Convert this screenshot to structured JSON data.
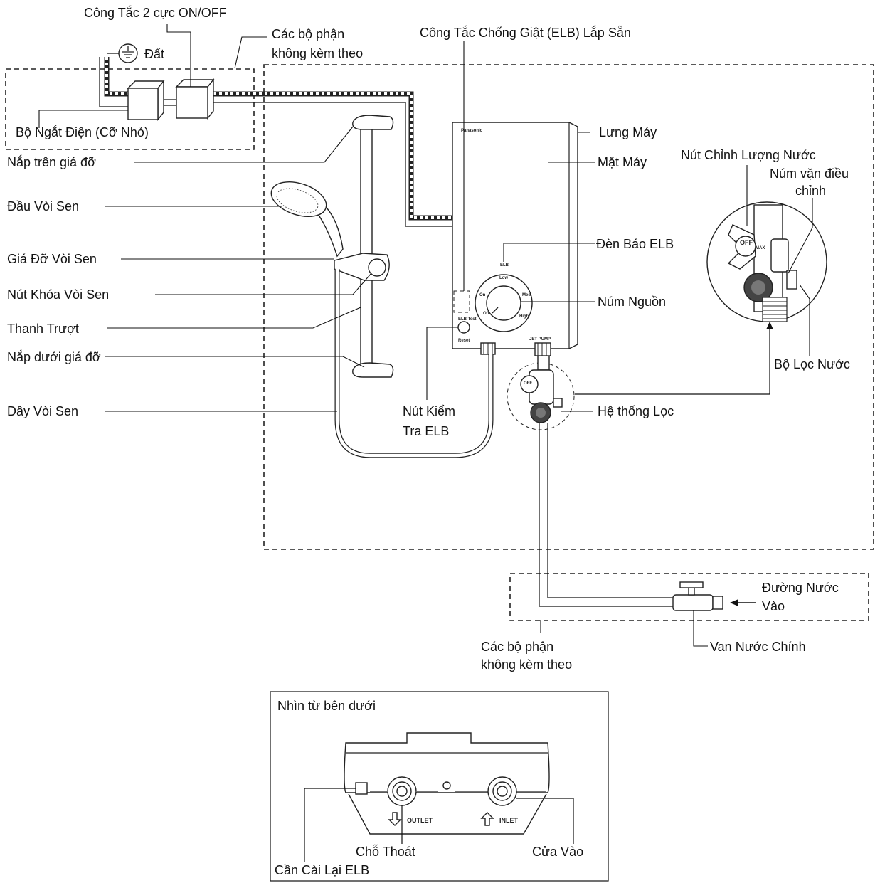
{
  "labels": {
    "switch_2pole": "Công Tắc 2 cực ON/OFF",
    "parts_not_included_top_1": "Các bộ phận",
    "parts_not_included_top_2": "không kèm theo",
    "earth": "Đất",
    "elb_builtin": "Công Tắc Chống Giật (ELB) Lắp Sẵn",
    "circuit_breaker": "Bộ Ngắt Điện (Cỡ Nhỏ)",
    "top_bracket_cover": "Nắp trên giá đỡ",
    "back_panel": "Lưng Máy",
    "front_panel": "Mặt Máy",
    "flow_adjust_knob": "Nút Chỉnh Lượng Nước",
    "adjust_knob_1": "Núm vặn điều",
    "adjust_knob_2": "chỉnh",
    "shower_head": "Đầu Vòi Sen",
    "elb_indicator": "Đèn Báo ELB",
    "shower_holder": "Giá Đỡ Vòi Sen",
    "shower_lock_knob": "Nút Khóa Vòi Sen",
    "power_knob": "Núm Nguồn",
    "slide_bar": "Thanh Trượt",
    "bottom_bracket_cover": "Nắp dưới giá đỡ",
    "water_filter": "Bộ Lọc Nước",
    "filter_system": "Hệ thống Lọc",
    "shower_hose": "Dây Vòi Sen",
    "elb_test_1": "Nút Kiểm",
    "elb_test_2": "Tra ELB",
    "water_inlet_1": "Đường Nước",
    "water_inlet_2": "Vào",
    "main_valve": "Van Nước Chính",
    "parts_not_included_bottom_1": "Các bộ phận",
    "parts_not_included_bottom_2": "không kèm theo",
    "bottom_view": "Nhìn từ bên dưới",
    "outlet": "Chỗ Thoát",
    "inlet": "Cửa Vào",
    "elb_reset_lever": "Cần Cài Lại ELB"
  },
  "device_text": {
    "brand": "Panasonic",
    "elb": "ELB",
    "low": "Low",
    "med": "Med",
    "high": "High",
    "on": "On",
    "off": "Off",
    "elb_test": "ELB Test",
    "reset": "Reset",
    "jet_pump": "JET PUMP",
    "valve_off": "OFF",
    "valve_max": "MAX",
    "outlet_mark": "OUTLET",
    "inlet_mark": "INLET"
  }
}
